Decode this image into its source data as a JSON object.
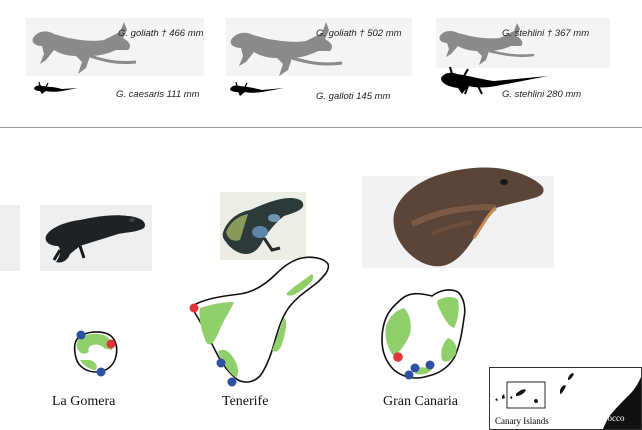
{
  "size_comparisons": [
    {
      "large_label": "G. goliath † 466 mm",
      "small_label": "G. caesaris 111 mm"
    },
    {
      "large_label": "G. goliath † 502 mm",
      "small_label": "G. galloti 145 mm"
    },
    {
      "large_label": "G. stehlini † 367 mm",
      "small_label": "G. stehlini 280 mm"
    }
  ],
  "islands": [
    {
      "name": "La Gomera"
    },
    {
      "name": "Tenerife"
    },
    {
      "name": "Gran Canaria"
    }
  ],
  "inset_map": {
    "islands_label": "Canary Islands",
    "mainland_label": "Morocco"
  },
  "colors": {
    "extinct_silhouette": "#8a8a8a",
    "living_silhouette": "#000000",
    "habitat": "#8fd06a",
    "red_marker": "#e0353a",
    "blue_marker": "#2f4fa0"
  }
}
